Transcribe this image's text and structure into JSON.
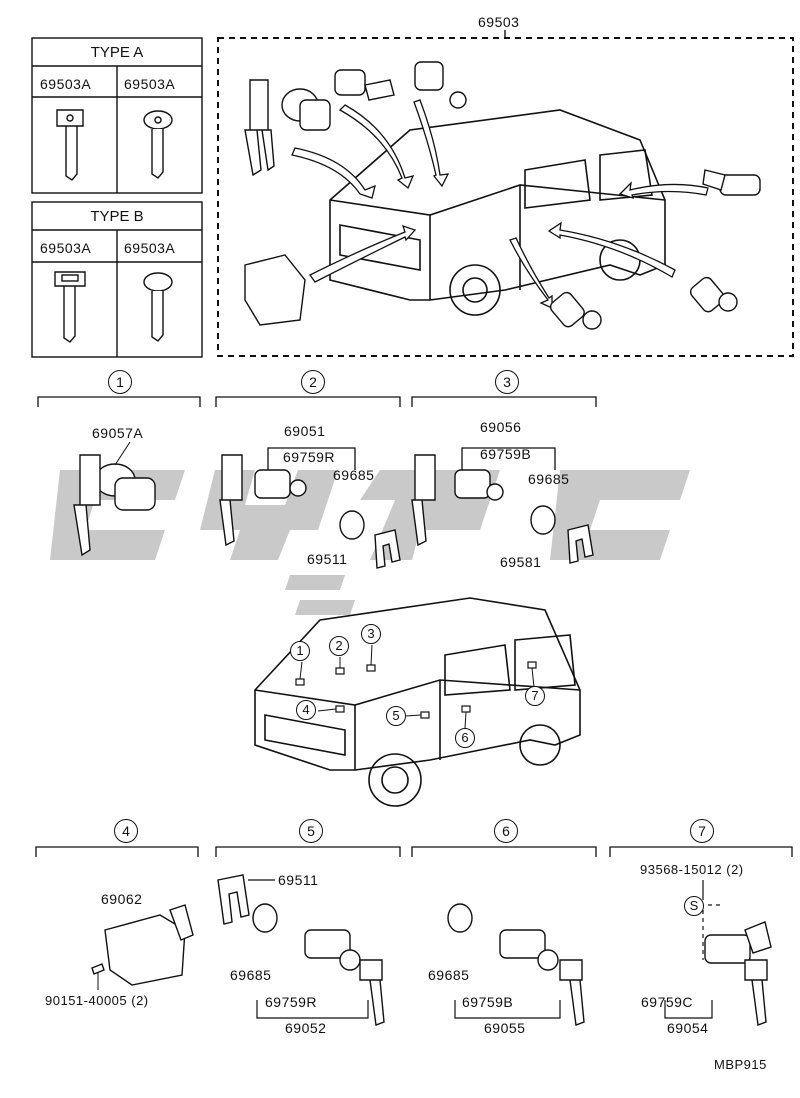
{
  "diagram": {
    "assembly_number": "69503",
    "drawing_code": "MBP915",
    "type_a": {
      "title": "TYPE A",
      "left_part": "69503A",
      "right_part": "69503A"
    },
    "type_b": {
      "title": "TYPE B",
      "left_part": "69503A",
      "right_part": "69503A"
    },
    "sections": [
      {
        "index": "1",
        "parts": [
          "69057A"
        ]
      },
      {
        "index": "2",
        "assembly": "69051",
        "parts": [
          "69759R",
          "69685",
          "69511"
        ]
      },
      {
        "index": "3",
        "assembly": "69056",
        "parts": [
          "69759B",
          "69685",
          "69581"
        ]
      },
      {
        "index": "4",
        "parts": [
          "69062",
          "90151-40005 (2)"
        ]
      },
      {
        "index": "5",
        "assembly": "69052",
        "parts": [
          "69511",
          "69685",
          "69759R"
        ]
      },
      {
        "index": "6",
        "assembly": "69055",
        "parts": [
          "69685",
          "69759B"
        ]
      },
      {
        "index": "7",
        "assembly": "69054",
        "parts": [
          "93568-15012 (2)",
          "69759C"
        ],
        "symbol": "S"
      }
    ],
    "van_callouts": [
      "1",
      "2",
      "3",
      "4",
      "5",
      "6",
      "7"
    ]
  },
  "colors": {
    "line": "#111111",
    "watermark": "#c9c9c9"
  },
  "icons": [
    "key-icon",
    "lock-cylinder-icon",
    "van-icon",
    "clip-icon",
    "watermark-logo"
  ]
}
